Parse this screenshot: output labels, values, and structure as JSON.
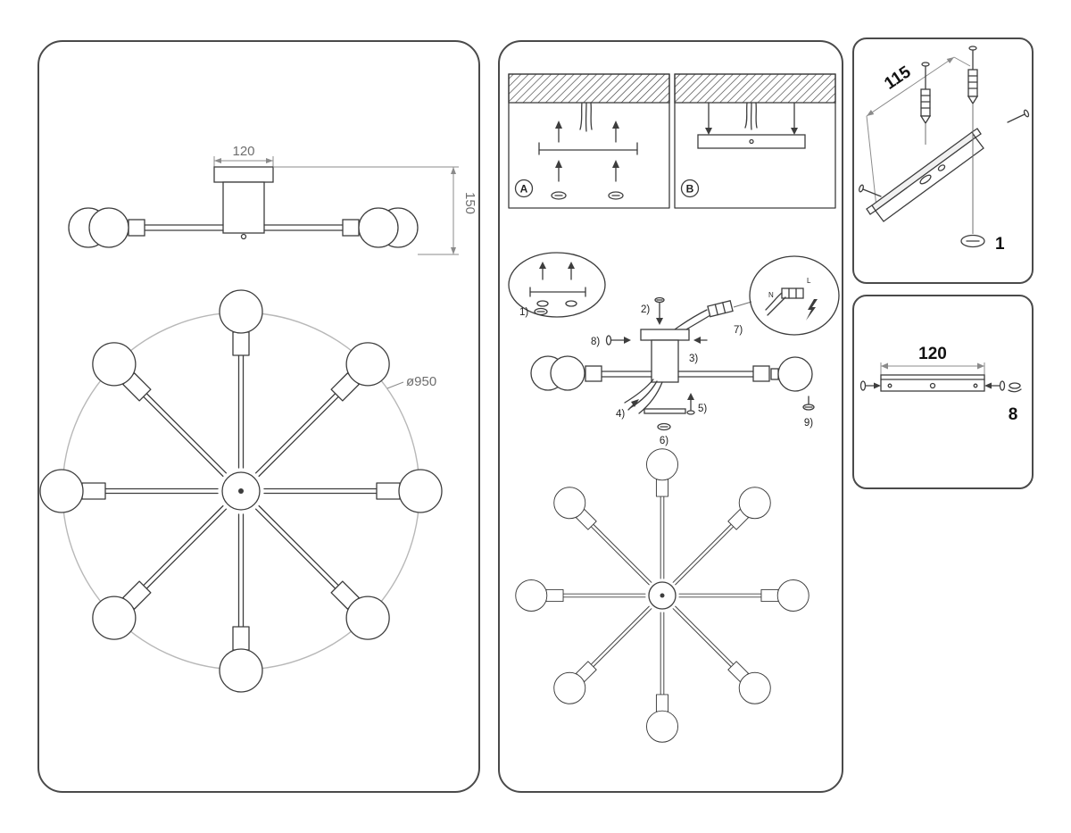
{
  "left_panel": {
    "side_view": {
      "width_dim": "120",
      "height_dim": "150"
    },
    "plan_view": {
      "diameter_dim": "ø950"
    }
  },
  "middle_panel": {
    "mount_a": "A",
    "mount_b": "B",
    "steps": {
      "s1": "1)",
      "s2": "2)",
      "s3": "3)",
      "s4": "4)",
      "s5": "5)",
      "s6": "6)",
      "s7": "7)",
      "s8": "8)",
      "s9": "9)"
    },
    "wiring": {
      "line": "L",
      "neutral": "N"
    }
  },
  "bracket_panel": {
    "length_dim": "115",
    "step": "1"
  },
  "bar_panel": {
    "length_dim": "120",
    "step": "8"
  }
}
